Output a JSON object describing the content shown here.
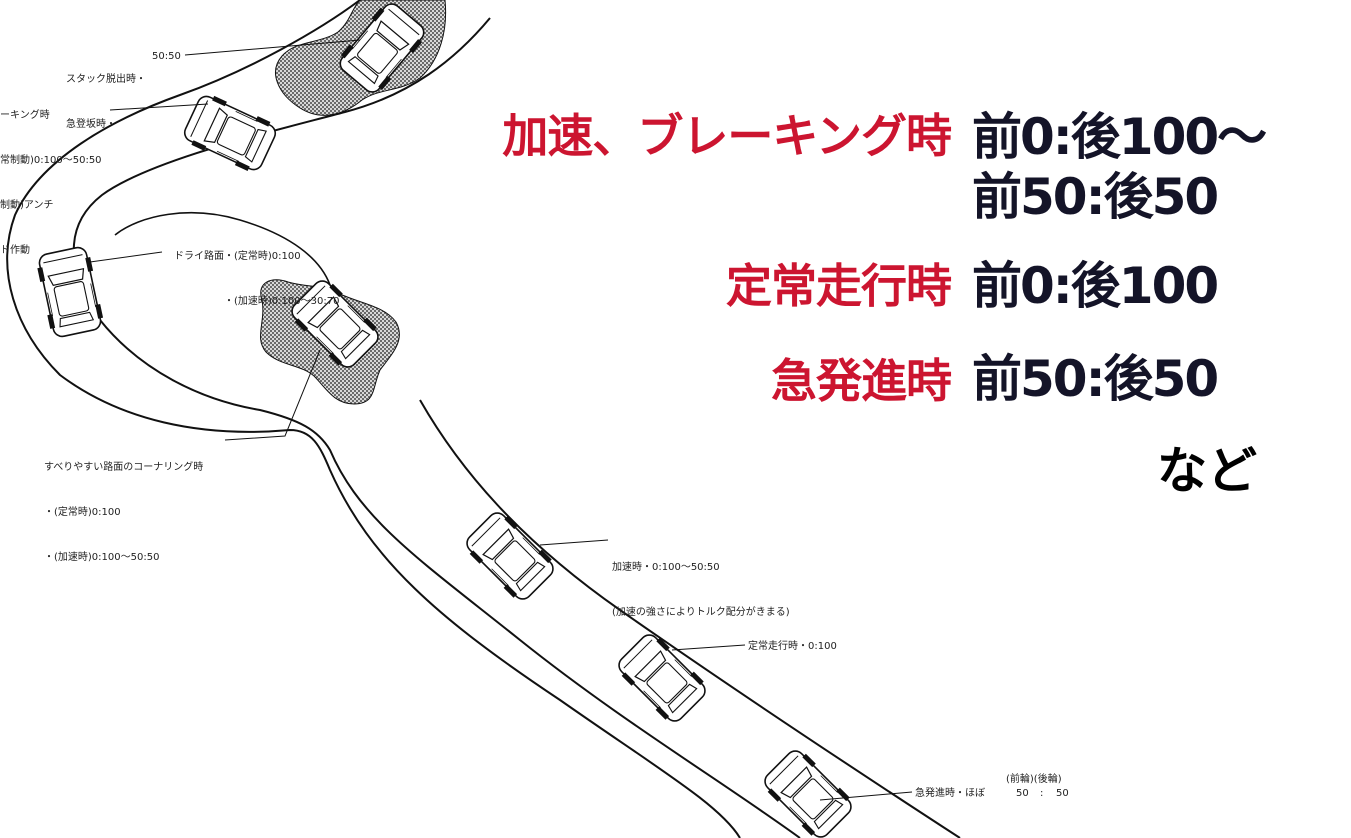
{
  "headline": {
    "rows": [
      {
        "condition": "加速、ブレーキング時",
        "ratio_line1": "前0:後100〜",
        "ratio_line2": "前50:後50"
      },
      {
        "condition": "定常走行時",
        "ratio": "前0:後100"
      },
      {
        "condition": "急発進時",
        "ratio": "前50:後50"
      }
    ],
    "etc": "など"
  },
  "callouts": {
    "stuck": {
      "line1": "スタック脱出時・",
      "value": "50:50",
      "line2": "急登坂時・"
    },
    "braking": {
      "line1": "ーキング時",
      "line2": "常制動)0:100〜50:50",
      "line3": "制動)アンチ",
      "line4": "ド作動"
    },
    "dry": {
      "line1": "ドライ路面・(定常時)0:100",
      "line2": "・(加速時)0:100〜30:70"
    },
    "slippery": {
      "line1": "すべりやすい路面のコーナリング時",
      "line2": "・(定常時)0:100",
      "line3": "・(加速時)0:100〜50:50"
    },
    "accel": {
      "line1": "加速時・0:100〜50:50",
      "line2": "(加速の強さによりトルク配分がきまる)"
    },
    "steady": {
      "line1": "定常走行時・0:100"
    },
    "launch": {
      "header": "(前輪)(後輪)",
      "line1": "急発進時・ほぼ",
      "front": "50",
      "sep": ":",
      "rear": "50"
    }
  },
  "colors": {
    "accent_red": "#cc1530",
    "ratio_text": "#141428",
    "line": "#111111",
    "hatch": "#8a8a8a"
  }
}
